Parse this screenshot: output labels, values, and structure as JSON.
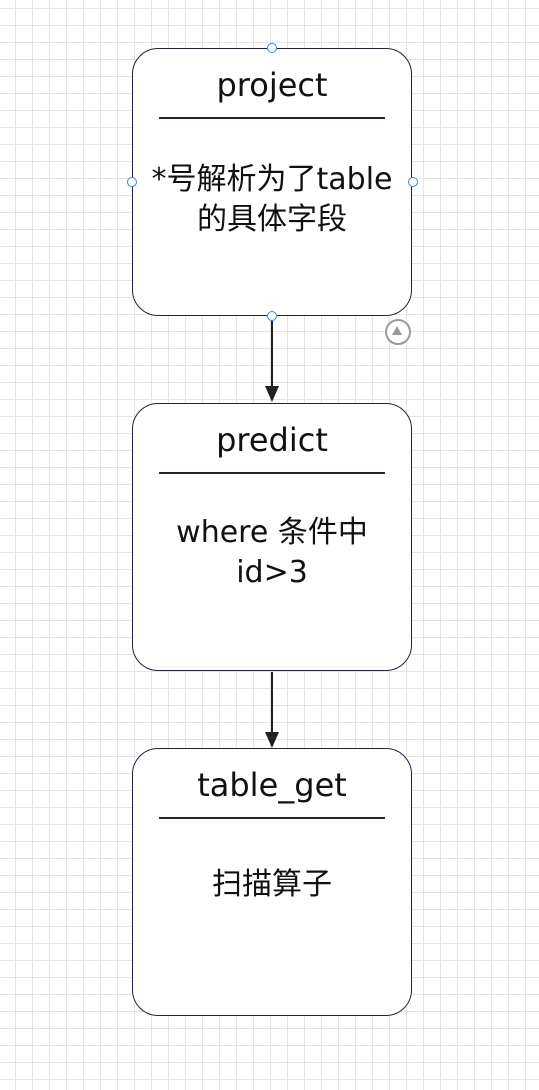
{
  "nodes": [
    {
      "title": "project",
      "body": [
        "*号解析为了table",
        "的具体字段"
      ]
    },
    {
      "title": "predict",
      "body": [
        "where 条件中",
        "id>3"
      ]
    },
    {
      "title": "table_get",
      "body": [
        "扫描算子"
      ]
    }
  ],
  "edges": [
    {
      "from": "project",
      "to": "predict"
    },
    {
      "from": "predict",
      "to": "table_get"
    }
  ],
  "colors": {
    "node_border": "#1f2240",
    "arrow": "#222222",
    "handle": "#3a8ad6",
    "grid": "#e4e4e4",
    "toggle": "#9a9a9a"
  },
  "icons": {
    "collapse_toggle": "triangle-up-circle-icon"
  }
}
